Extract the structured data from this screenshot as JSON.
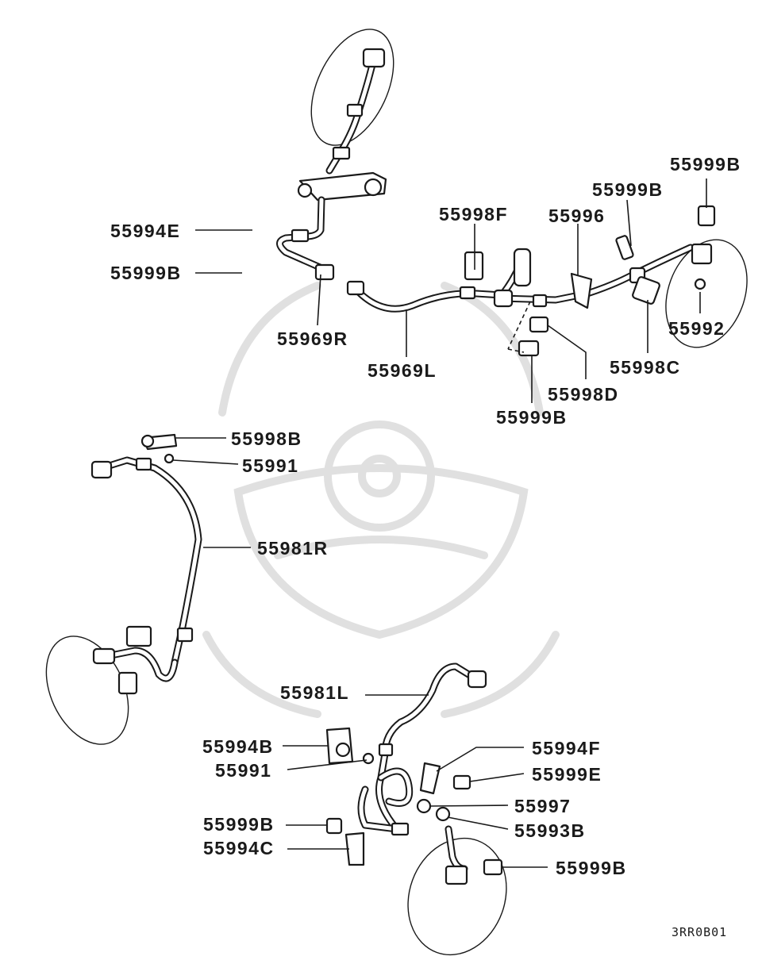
{
  "diagram_code": "3RR0B01",
  "labels": {
    "l_55999B_tr": "55999B",
    "l_55999B_t2": "55999B",
    "l_55996": "55996",
    "l_55998F": "55998F",
    "l_55994E": "55994E",
    "l_55999B_l": "55999B",
    "l_55969R": "55969R",
    "l_55969L": "55969L",
    "l_55992": "55992",
    "l_55998C": "55998C",
    "l_55998D": "55998D",
    "l_55999B_m": "55999B",
    "l_55998B": "55998B",
    "l_55991_a": "55991",
    "l_55981R": "55981R",
    "l_55981L": "55981L",
    "l_55994B": "55994B",
    "l_55991_b": "55991",
    "l_55994F": "55994F",
    "l_55999E": "55999E",
    "l_55997": "55997",
    "l_55993B": "55993B",
    "l_55999B_b1": "55999B",
    "l_55994C": "55994C",
    "l_55999B_b2": "55999B"
  }
}
